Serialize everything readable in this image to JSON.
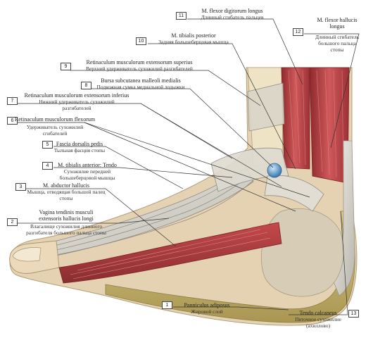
{
  "labels": [
    {
      "id": "1",
      "latin": "Panniculus adiposus",
      "russian": "Жировой слой"
    },
    {
      "id": "2",
      "latin": "Vagina tendinis musculi",
      "latin2": "extensoris hallucis longi",
      "russian": "Влагалище сухожилия длинного",
      "russian2": "разгибателя большого пальца стопы"
    },
    {
      "id": "3",
      "latin": "M. abductor hallucis",
      "russian": "Мышца, отводящая большой палец",
      "russian2": "стопы"
    },
    {
      "id": "4",
      "latin": "M. tibialis anterior: Tendo",
      "russian": "Сухожилие передней",
      "russian2": "большеберцовой мышцы"
    },
    {
      "id": "5",
      "latin": "Fascia dorsalis pedis",
      "russian": "Тыльная фасция стопы"
    },
    {
      "id": "6",
      "latin": "Retinaculum musculorum flexorum",
      "russian": "Удерживатель сухожилий",
      "russian2": "сгибателей"
    },
    {
      "id": "7",
      "latin": "Retinaculum musculorum extensorum inferius",
      "russian": "Нижний удерживатель сухожилий",
      "russian2": "разгибателей"
    },
    {
      "id": "8",
      "latin": "Bursa subcutanea malleoli medialis",
      "russian": "Подкожная сумка медиальной лодыжки"
    },
    {
      "id": "9",
      "latin": "Retinaculum musculorum extensorum superius",
      "russian": "Верхний удерживатель сухожилий разгибателей"
    },
    {
      "id": "10",
      "latin": "M. tibialis posterior",
      "russian": "Задняя большеберцовая мышца"
    },
    {
      "id": "11",
      "latin": "M. flexor digitorum longus",
      "russian": "Длинный сгибатель пальцев"
    },
    {
      "id": "12",
      "latin": "M. flexor hallucis",
      "latin2": "longus",
      "russian": "Длинный сгибатель",
      "russian2": "большого пальца",
      "russian3": "стопы"
    },
    {
      "id": "13",
      "latin": "Tendo calcaneus",
      "russian": "Пяточное сухожилие",
      "russian2": "(ахиллово)"
    }
  ],
  "colors": {
    "skin": "#e9d9bf",
    "muscle": "#c0474a",
    "tendon": "#dad8d0",
    "fat": "#c9b977",
    "bone": "#efe6cf",
    "line": "#333333"
  }
}
